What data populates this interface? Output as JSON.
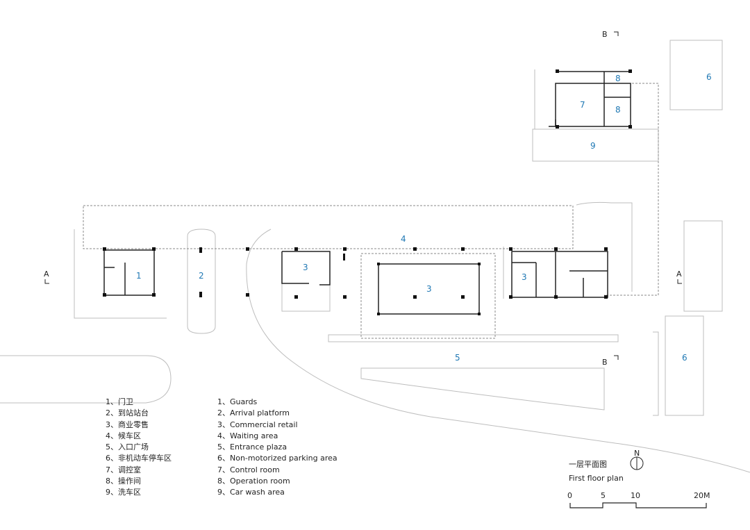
{
  "zones": {
    "z1": "1",
    "z2": "2",
    "z3a": "3",
    "z3b": "3",
    "z3c": "3",
    "z4": "4",
    "z5": "5",
    "z6a": "6",
    "z6b": "6",
    "z7": "7",
    "z8a": "8",
    "z8b": "8",
    "z9": "9"
  },
  "section_marks": {
    "a_left": "A",
    "a_right": "A",
    "b_top": "B",
    "b_bottom": "B"
  },
  "legend_cn": [
    "1、门卫",
    "2、到站站台",
    "3、商业零售",
    "4、候车区",
    "5、入口广场",
    "6、非机动车停车区",
    "7、调控室",
    "8、操作间",
    "9、洗车区"
  ],
  "legend_en": [
    "1、Guards",
    "2、Arrival platform",
    "3、Commercial retail",
    "4、Waiting area",
    "5、Entrance plaza",
    "6、Non-motorized parking area",
    "7、Control room",
    "8、Operation room",
    "9、Car wash area"
  ],
  "title_cn": "一层平面图",
  "title_en": "First floor plan",
  "north": "N",
  "scale": {
    "ticks": [
      "0",
      "5",
      "10",
      "20M"
    ]
  }
}
